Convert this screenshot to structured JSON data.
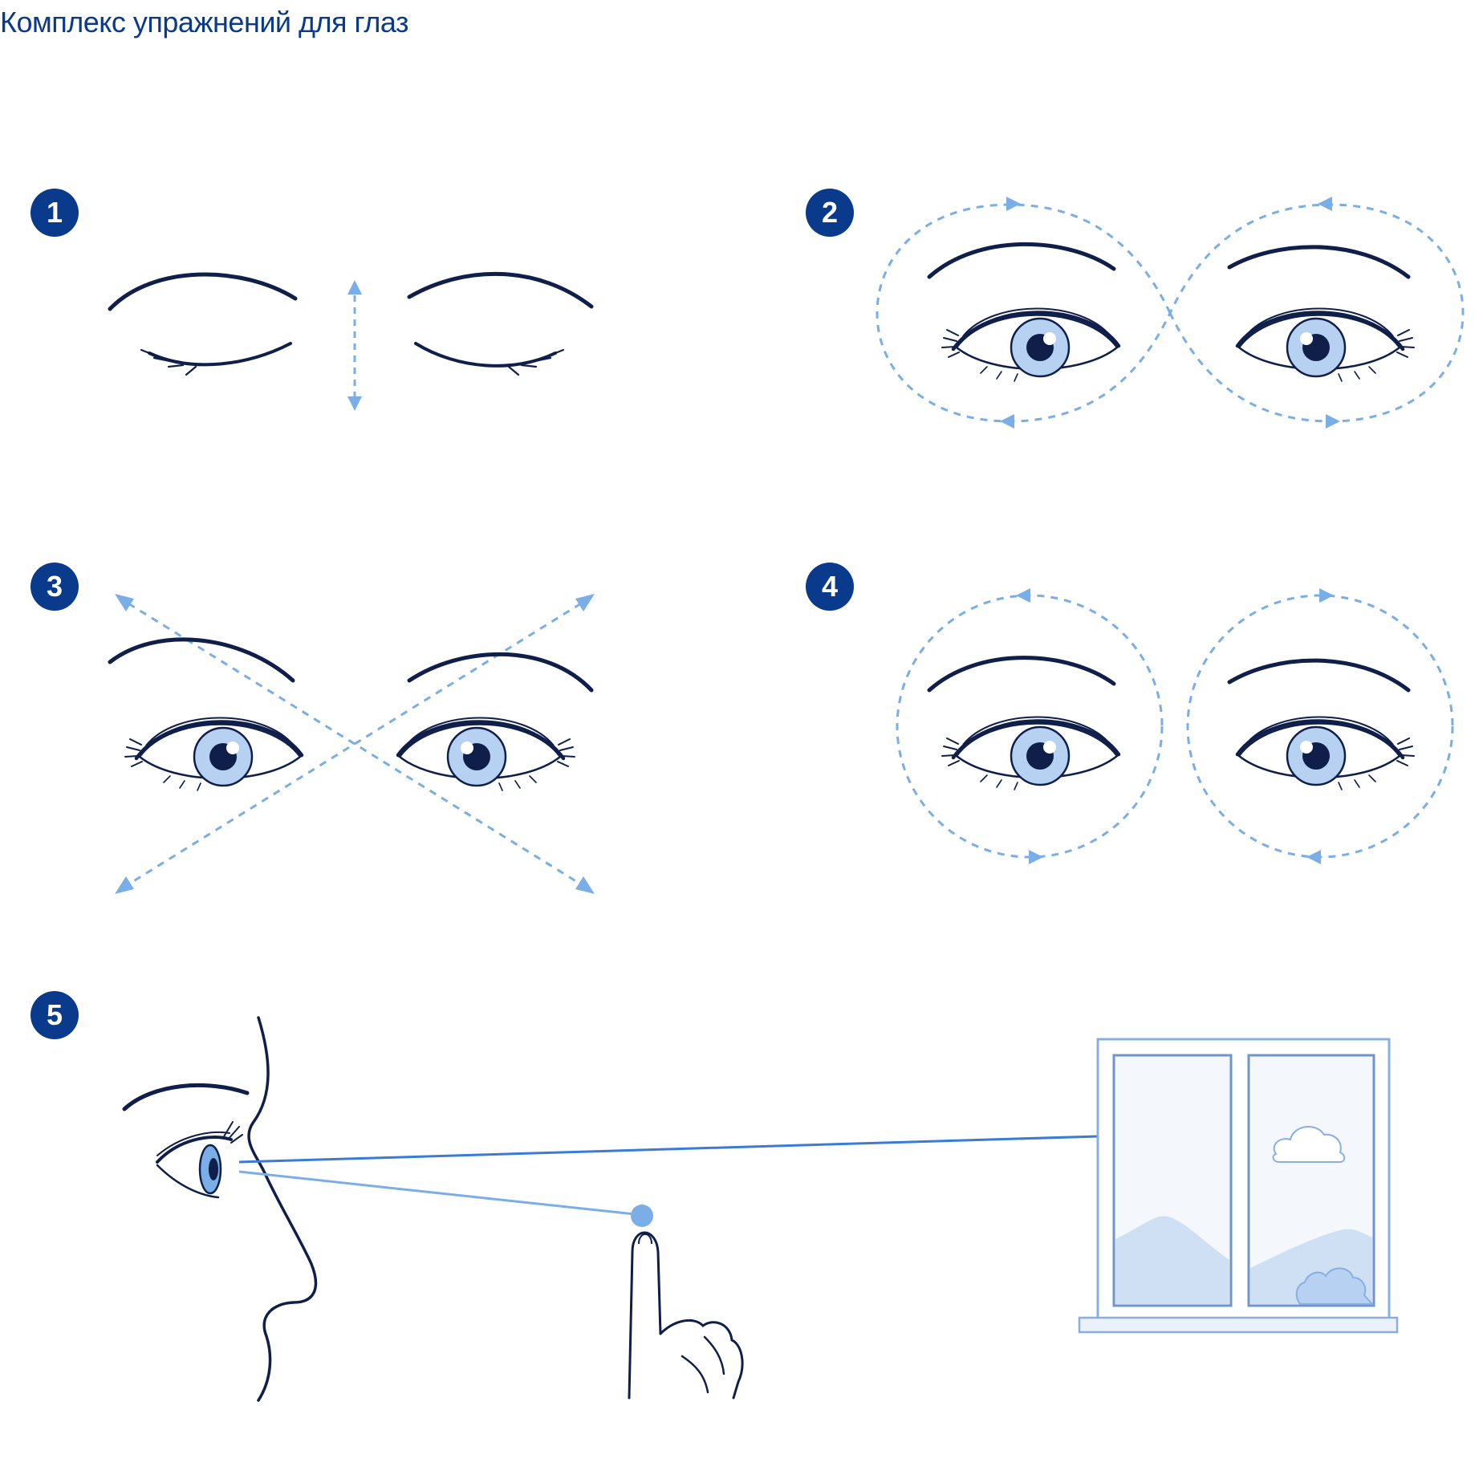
{
  "title": "Комплекс упражнений для глаз",
  "colors": {
    "title": "#0a3a8c",
    "badge": "#0a3a8c",
    "line": "#0f1f4a",
    "accent": "#7aaee6",
    "iris": "#b7d1f2",
    "sight_line": "#3a7bd5",
    "window_frame": "#8aaee0",
    "window_fill": "#dce8f8"
  },
  "steps": [
    {
      "number": "1",
      "icon": "blink-eyes-icon"
    },
    {
      "number": "2",
      "icon": "figure-eight-icon"
    },
    {
      "number": "3",
      "icon": "diagonal-look-icon"
    },
    {
      "number": "4",
      "icon": "circular-rotation-icon"
    },
    {
      "number": "5",
      "icon": "near-far-focus-icon"
    }
  ]
}
